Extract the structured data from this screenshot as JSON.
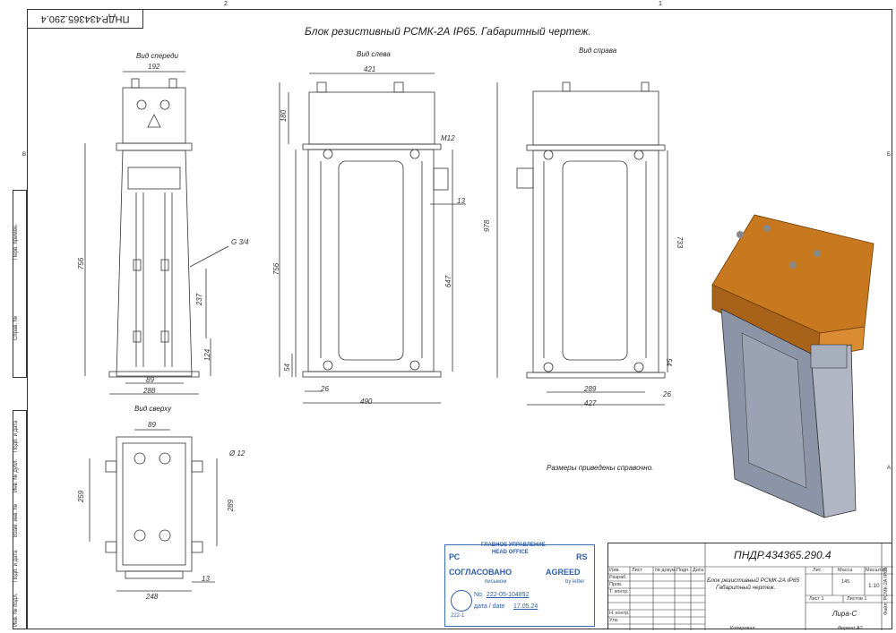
{
  "doc_code_top": "ПНДР.434365.290.4",
  "title": "Блок резистивный  РСМК-2А IP65. Габаритный чертеж.",
  "zones_top": [
    "2",
    "1"
  ],
  "zones_side": [
    "B",
    "Б",
    "A"
  ],
  "views": {
    "front": "Вид спереди",
    "left": "Вид слева",
    "right": "Вид справа",
    "top": "Вид сверху"
  },
  "dims": {
    "front": {
      "w_top": "192",
      "h": "756",
      "g": "G 3/4",
      "d237": "237",
      "d124": "124",
      "w89": "89",
      "w288": "288"
    },
    "left": {
      "w_top": "421",
      "h180": "180",
      "m12": "M12",
      "d13": "13",
      "d978": "978",
      "d756": "756",
      "d647": "647",
      "d54": "54",
      "d26": "26",
      "w490": "490"
    },
    "right": {
      "d733": "733",
      "d54": "54",
      "w289": "289",
      "d26": "26",
      "w427": "427"
    },
    "top": {
      "w89": "89",
      "d259": "259",
      "phi": "Ø 12",
      "d289": "289",
      "d13": "13",
      "w248": "248"
    }
  },
  "note": "Размеры приведены справочно.",
  "left_margin_labels": [
    "Перв. примен.",
    "Справ. №",
    "Подп. и дата",
    "Инв. № дубл.",
    "Взам. инв. №",
    "Подп. и дата",
    "Инв. № подл."
  ],
  "stamp": {
    "rc": "РС",
    "rs": "RS",
    "head1": "ГЛАВНОЕ УПРАВЛЕНИЕ",
    "head2": "HEAD OFFICE",
    "agreed_ru": "СОГЛАСОВАНО",
    "agreed_en": "AGREED",
    "letter_ru": "письмом",
    "letter_en": "by letter",
    "no_label": "No.",
    "no_value": "222-05-104892",
    "date_label": "дата / date",
    "date_value": "17.05.24",
    "code": "222-1"
  },
  "title_block": {
    "designation": "ПНДР.434365.290.4",
    "name1": "Блок резистивный РСМК-2А IP65",
    "name2": "Габаритный чертеж.",
    "col_lit": "Лит.",
    "col_mass": "Масса",
    "col_scale": "Масштаб",
    "mass": "145",
    "scale": "1:10",
    "sheet": "Лист 1",
    "sheets": "Листов 1",
    "org": "Лира-С",
    "rows": [
      "Изм.",
      "Лист",
      "№ докум.",
      "Подп.",
      "Дата"
    ],
    "roles": [
      "Разраб.",
      "Пров.",
      "Т. контр.",
      "",
      "Н. контр.",
      "Утв."
    ],
    "copied": "Копировал",
    "format": "Формат А2",
    "file": "Файл: РСМК-2А IP65"
  },
  "colors": {
    "housing": "#c8781e",
    "body": "#8c95a8",
    "line": "#333333",
    "stamp": "#2f5fa8"
  }
}
